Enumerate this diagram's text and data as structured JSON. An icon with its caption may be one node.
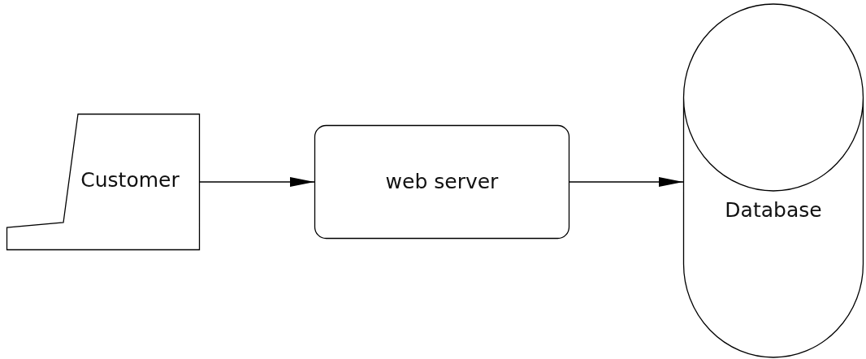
{
  "diagram": {
    "nodes": [
      {
        "text": [
          "Customer"
        ]
      },
      {
        "text": [
          "web server"
        ]
      },
      {
        "text": [
          "Database"
        ]
      }
    ],
    "edges": [
      {
        "from": 0,
        "to": 1,
        "arrow": "to"
      },
      {
        "from": 1,
        "to": 2,
        "arrow": "to"
      }
    ]
  }
}
